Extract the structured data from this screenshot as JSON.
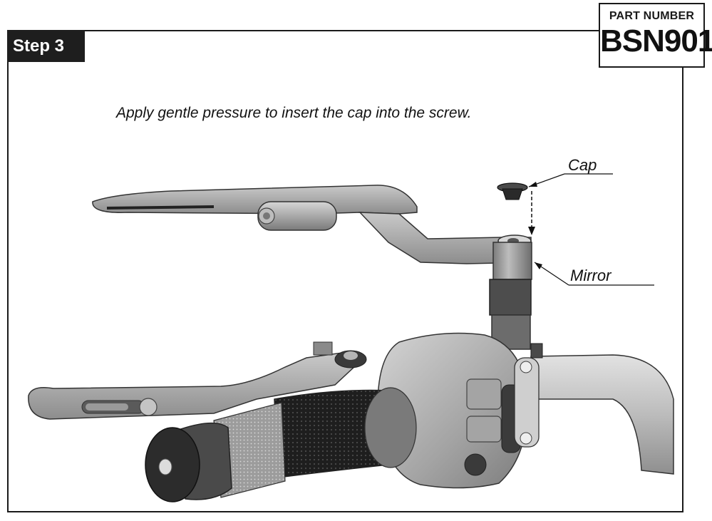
{
  "step": {
    "label": "Step 3"
  },
  "part": {
    "label": "PART NUMBER",
    "number": "BSN901"
  },
  "instruction": "Apply gentle pressure to insert the cap into the screw.",
  "callouts": {
    "cap": "Cap",
    "mirror": "Mirror"
  }
}
